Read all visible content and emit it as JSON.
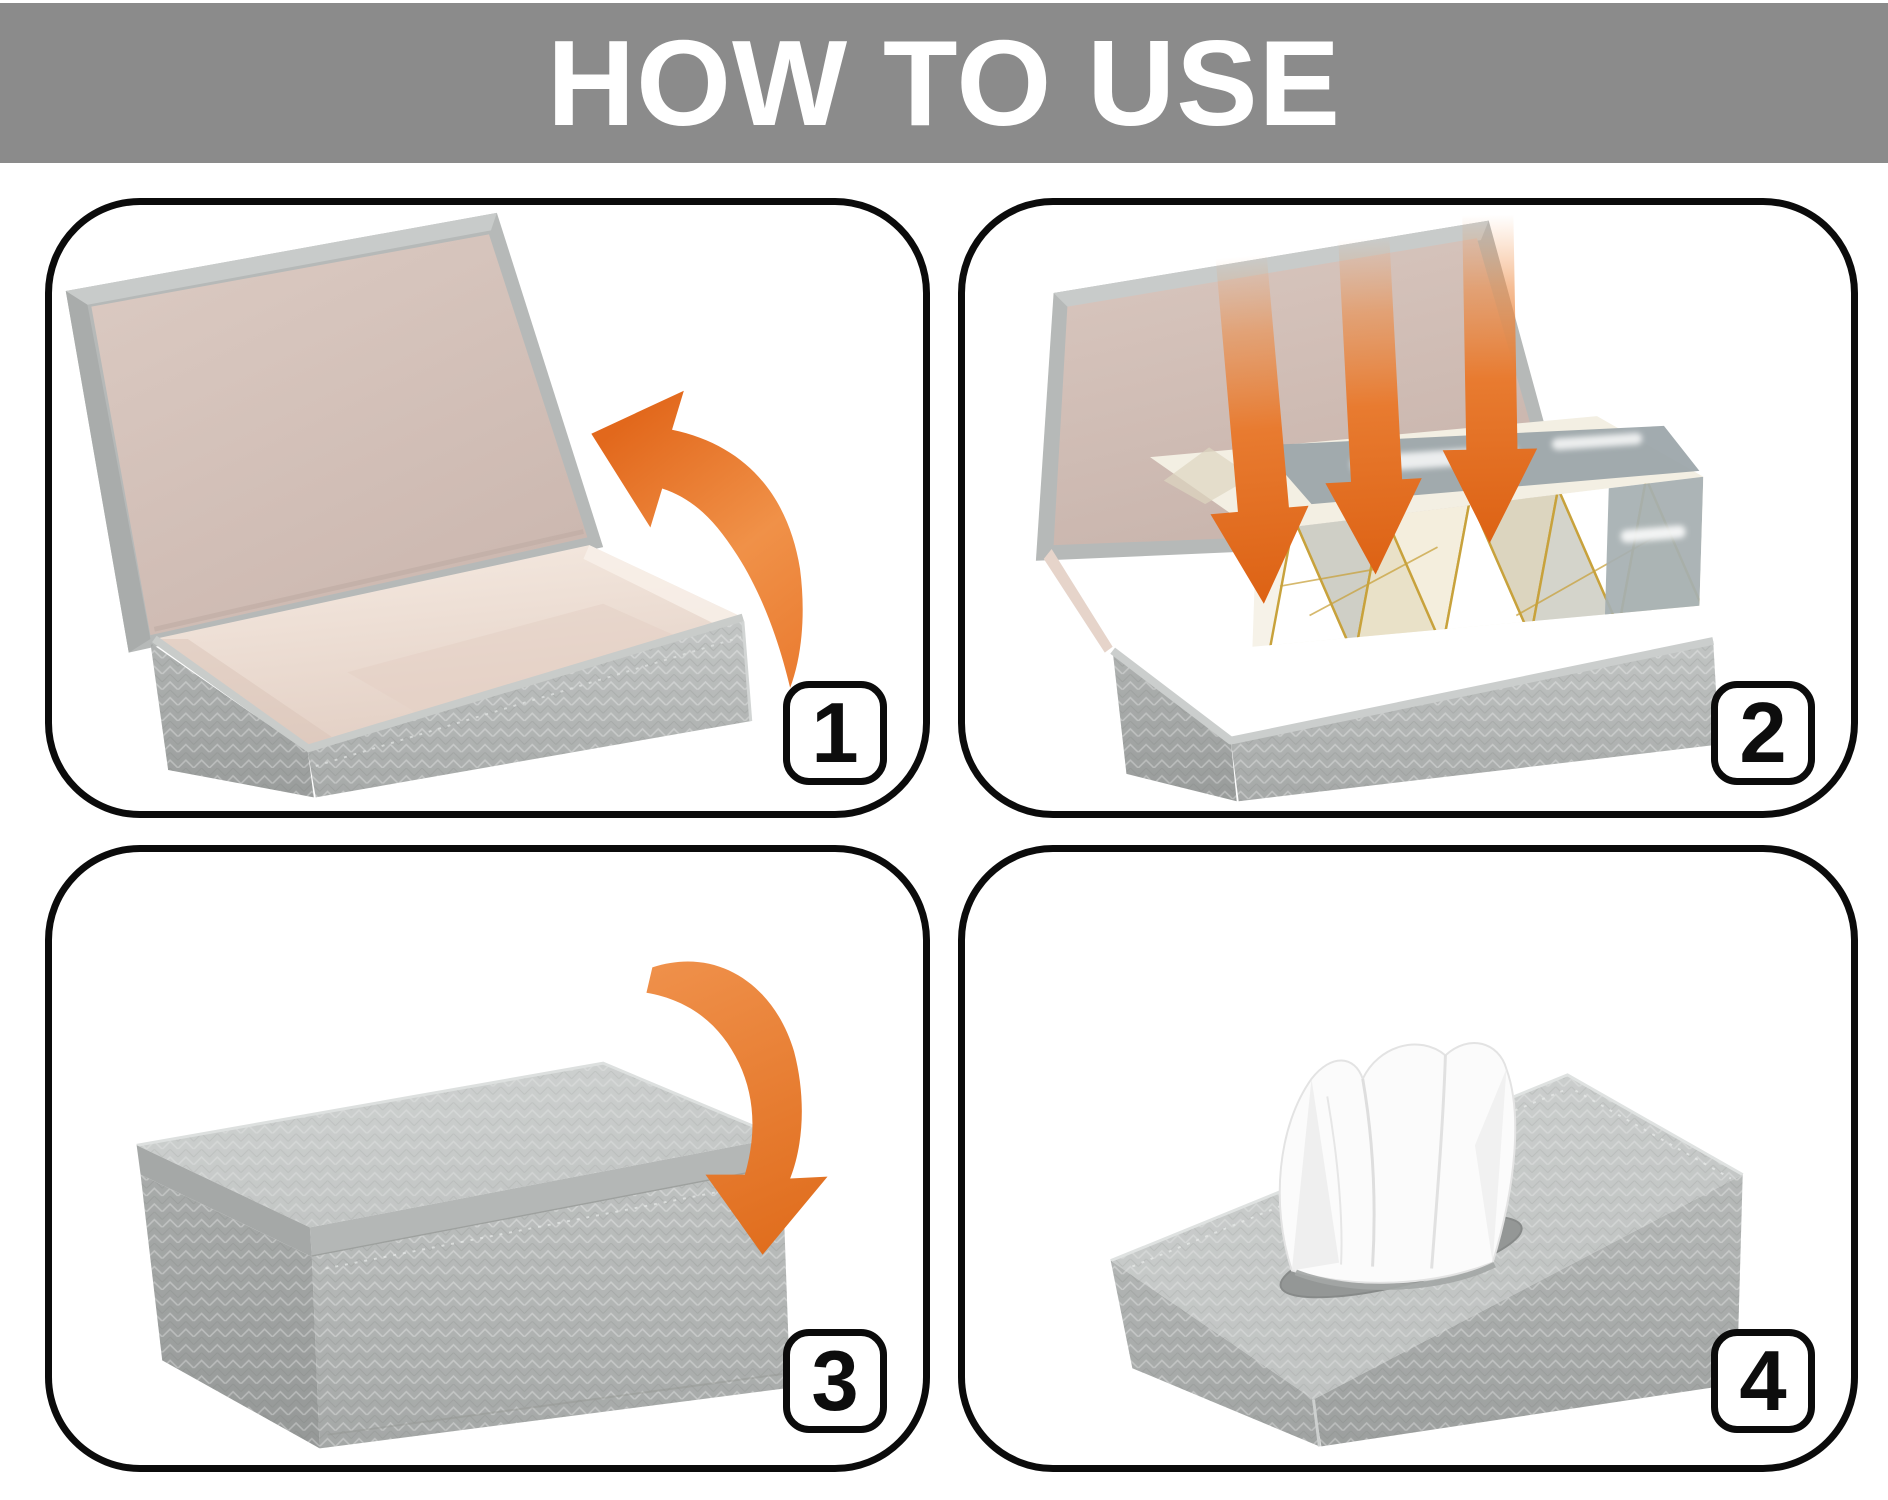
{
  "header": {
    "title": "HOW TO USE",
    "bg_color": "#8b8b8b",
    "text_color": "#ffffff"
  },
  "colors": {
    "background": "#ffffff",
    "panel_border": "#0b0b0b",
    "accent_orange": "#e8732a",
    "orange_dark": "#e0661a",
    "orange_light": "#f49a55",
    "box_gray": "#b4b7b6",
    "box_gray_light": "#cdd0cf",
    "box_gray_dark": "#a0a3a2",
    "interior_beige": "#eedccf",
    "lid_lining_pink": "#d5c3bb",
    "tissue_white": "#fbfbfb",
    "tissue_box_gold": "#c8a23c",
    "tissue_box_band_gray": "#98a2a6"
  },
  "panels": [
    {
      "id": "step-1",
      "number": "1",
      "illustration": "open-empty-box-illustration",
      "icon": "curved-arrow-open-icon"
    },
    {
      "id": "step-2",
      "number": "2",
      "illustration": "insert-tissue-box-illustration",
      "icon": "down-arrows-icon"
    },
    {
      "id": "step-3",
      "number": "3",
      "illustration": "closed-box-illustration",
      "icon": "curved-arrow-close-icon"
    },
    {
      "id": "step-4",
      "number": "4",
      "illustration": "tissue-dispensing-illustration",
      "icon": "tissue-puff-icon"
    }
  ]
}
